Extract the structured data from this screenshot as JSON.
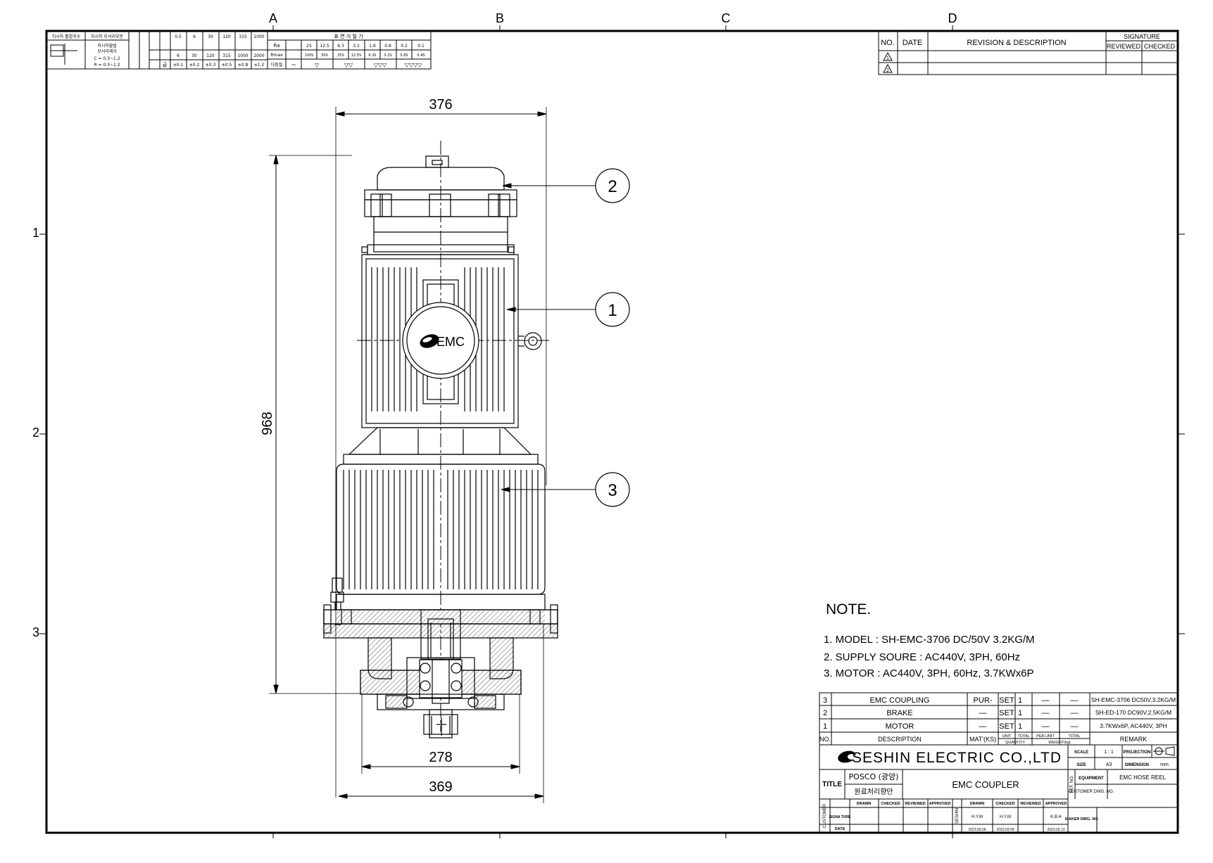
{
  "zones": {
    "cols": [
      "A",
      "B",
      "C",
      "D"
    ],
    "rows": [
      "1",
      "2",
      "3"
    ]
  },
  "tolerance_table": {
    "h1": "치시하 흘합치수",
    "h2": "치시하 모서리부분",
    "h2a": "치시하할법",
    "h2b": "모서리제거",
    "c_val": "C = 0.3~1.2",
    "r_val": "R = 0.3~1.2",
    "grade": "급",
    "range_lo": [
      "0.5",
      "6",
      "30",
      "120",
      "315",
      "1000"
    ],
    "range_hi": [
      "6",
      "30",
      "120",
      "315",
      "1000",
      "2000"
    ],
    "tol": [
      "±0.1",
      "±0.2",
      "±0.3",
      "±0.5",
      "±0.8",
      "±1.2"
    ],
    "surface_title": "표 면 거 칠 기",
    "ra": "Ra",
    "rmax": "Rmax",
    "ra_vals": [
      "25",
      "12.5",
      "6.3",
      "3.2",
      "1.6",
      "0.8",
      "0.2",
      "0.1"
    ],
    "rmax_vals": [
      "100S",
      "50S",
      "25S",
      "12.5S",
      "6.3S",
      "3.2S",
      "0.8S",
      "0.4S"
    ],
    "finish_label": "다듬질",
    "finish_marks": [
      "~",
      "▽",
      "▽▽",
      "▽▽▽",
      "▽▽▽▽"
    ]
  },
  "revision": {
    "no": "NO.",
    "date": "DATE",
    "desc": "REVISION & DESCRIPTION",
    "signature": "SIGNATURE",
    "reviewed": "REVIEWED",
    "checked": "CHECKED",
    "rows": [
      "1",
      "2"
    ]
  },
  "dims": {
    "top_width": "376",
    "height": "968",
    "flange": "278",
    "base": "369"
  },
  "balloons": [
    "1",
    "2",
    "3"
  ],
  "logo_text": "EMC",
  "notes": {
    "title": "NOTE.",
    "lines": [
      "1. MODEL : SH-EMC-3706 DC/50V 3.2KG/M",
      "2. SUPPLY SOURE : AC440V, 3PH, 60Hz",
      "3. MOTOR : AC440V, 3PH, 60Hz, 3.7KWx6P"
    ]
  },
  "bom": {
    "rows": [
      {
        "no": "3",
        "desc": "EMC COUPLING",
        "mat": "PUR-",
        "unit": "SET",
        "qty": "1",
        "w1": "—",
        "w2": "—",
        "remark": "SH-EMC-3706 DC50V,3.2KG/M"
      },
      {
        "no": "2",
        "desc": "BRAKE",
        "mat": "—",
        "unit": "SET",
        "qty": "1",
        "w1": "—",
        "w2": "—",
        "remark": "SH-ED-170 DC90V,2.5KG/M"
      },
      {
        "no": "1",
        "desc": "MOTOR",
        "mat": "—",
        "unit": "SET",
        "qty": "1",
        "w1": "—",
        "w2": "—",
        "remark": "3.7KWx6P, AC440V, 3PH"
      }
    ],
    "h_no": "NO.",
    "h_desc": "DESCRIPTION",
    "h_mat": "MAT'(KS)",
    "h_unit": "UNIT",
    "h_total": "TOTAL",
    "h_quantity": "QUANTITY",
    "h_perunit": "PER.UNIT",
    "h_total2": "TOTAL",
    "h_weight": "WEIGHT(kg)",
    "h_remark": "REMARK"
  },
  "title_block": {
    "company": "SESHIN ELECTRIC CO.,LTD",
    "scale_label": "SCALE",
    "scale": "1 : 1",
    "projection_label": "PROJECTION",
    "size_label": "SIZE",
    "size": "A3",
    "dimension_label": "DIMENSION",
    "dimension": "mm",
    "title_label": "TITLE",
    "customer_title1": "POSCO (광양)",
    "customer_title2": "원료처리향만",
    "drawing_title": "EMC COUPLER",
    "equipment_label": "EQUIPMENT",
    "equipment": "EMC HOSE REEL",
    "cust_dwg_label": "CUSTOMER DWG. NO.",
    "ref_no": "REF. NO.",
    "sig_heads": [
      "DRAWN",
      "CHECKED",
      "REVIEWED",
      "APPROVED"
    ],
    "sig_heads2": [
      "DRAWN",
      "CHECKED",
      "REVIEWED",
      "APPROVED"
    ],
    "customer_side": "CUSTOMER",
    "seshin_side": "SESHIN",
    "signature_label": "SIGNA TURE",
    "date_label": "DATE",
    "names": [
      "H.Y.M",
      "H.Y.M",
      "",
      "K.B.H"
    ],
    "dates": [
      "2023.03.09",
      "2023.03.09",
      "",
      "2023.03.13"
    ],
    "maker_dwg": "MAKER DWG. NO."
  }
}
